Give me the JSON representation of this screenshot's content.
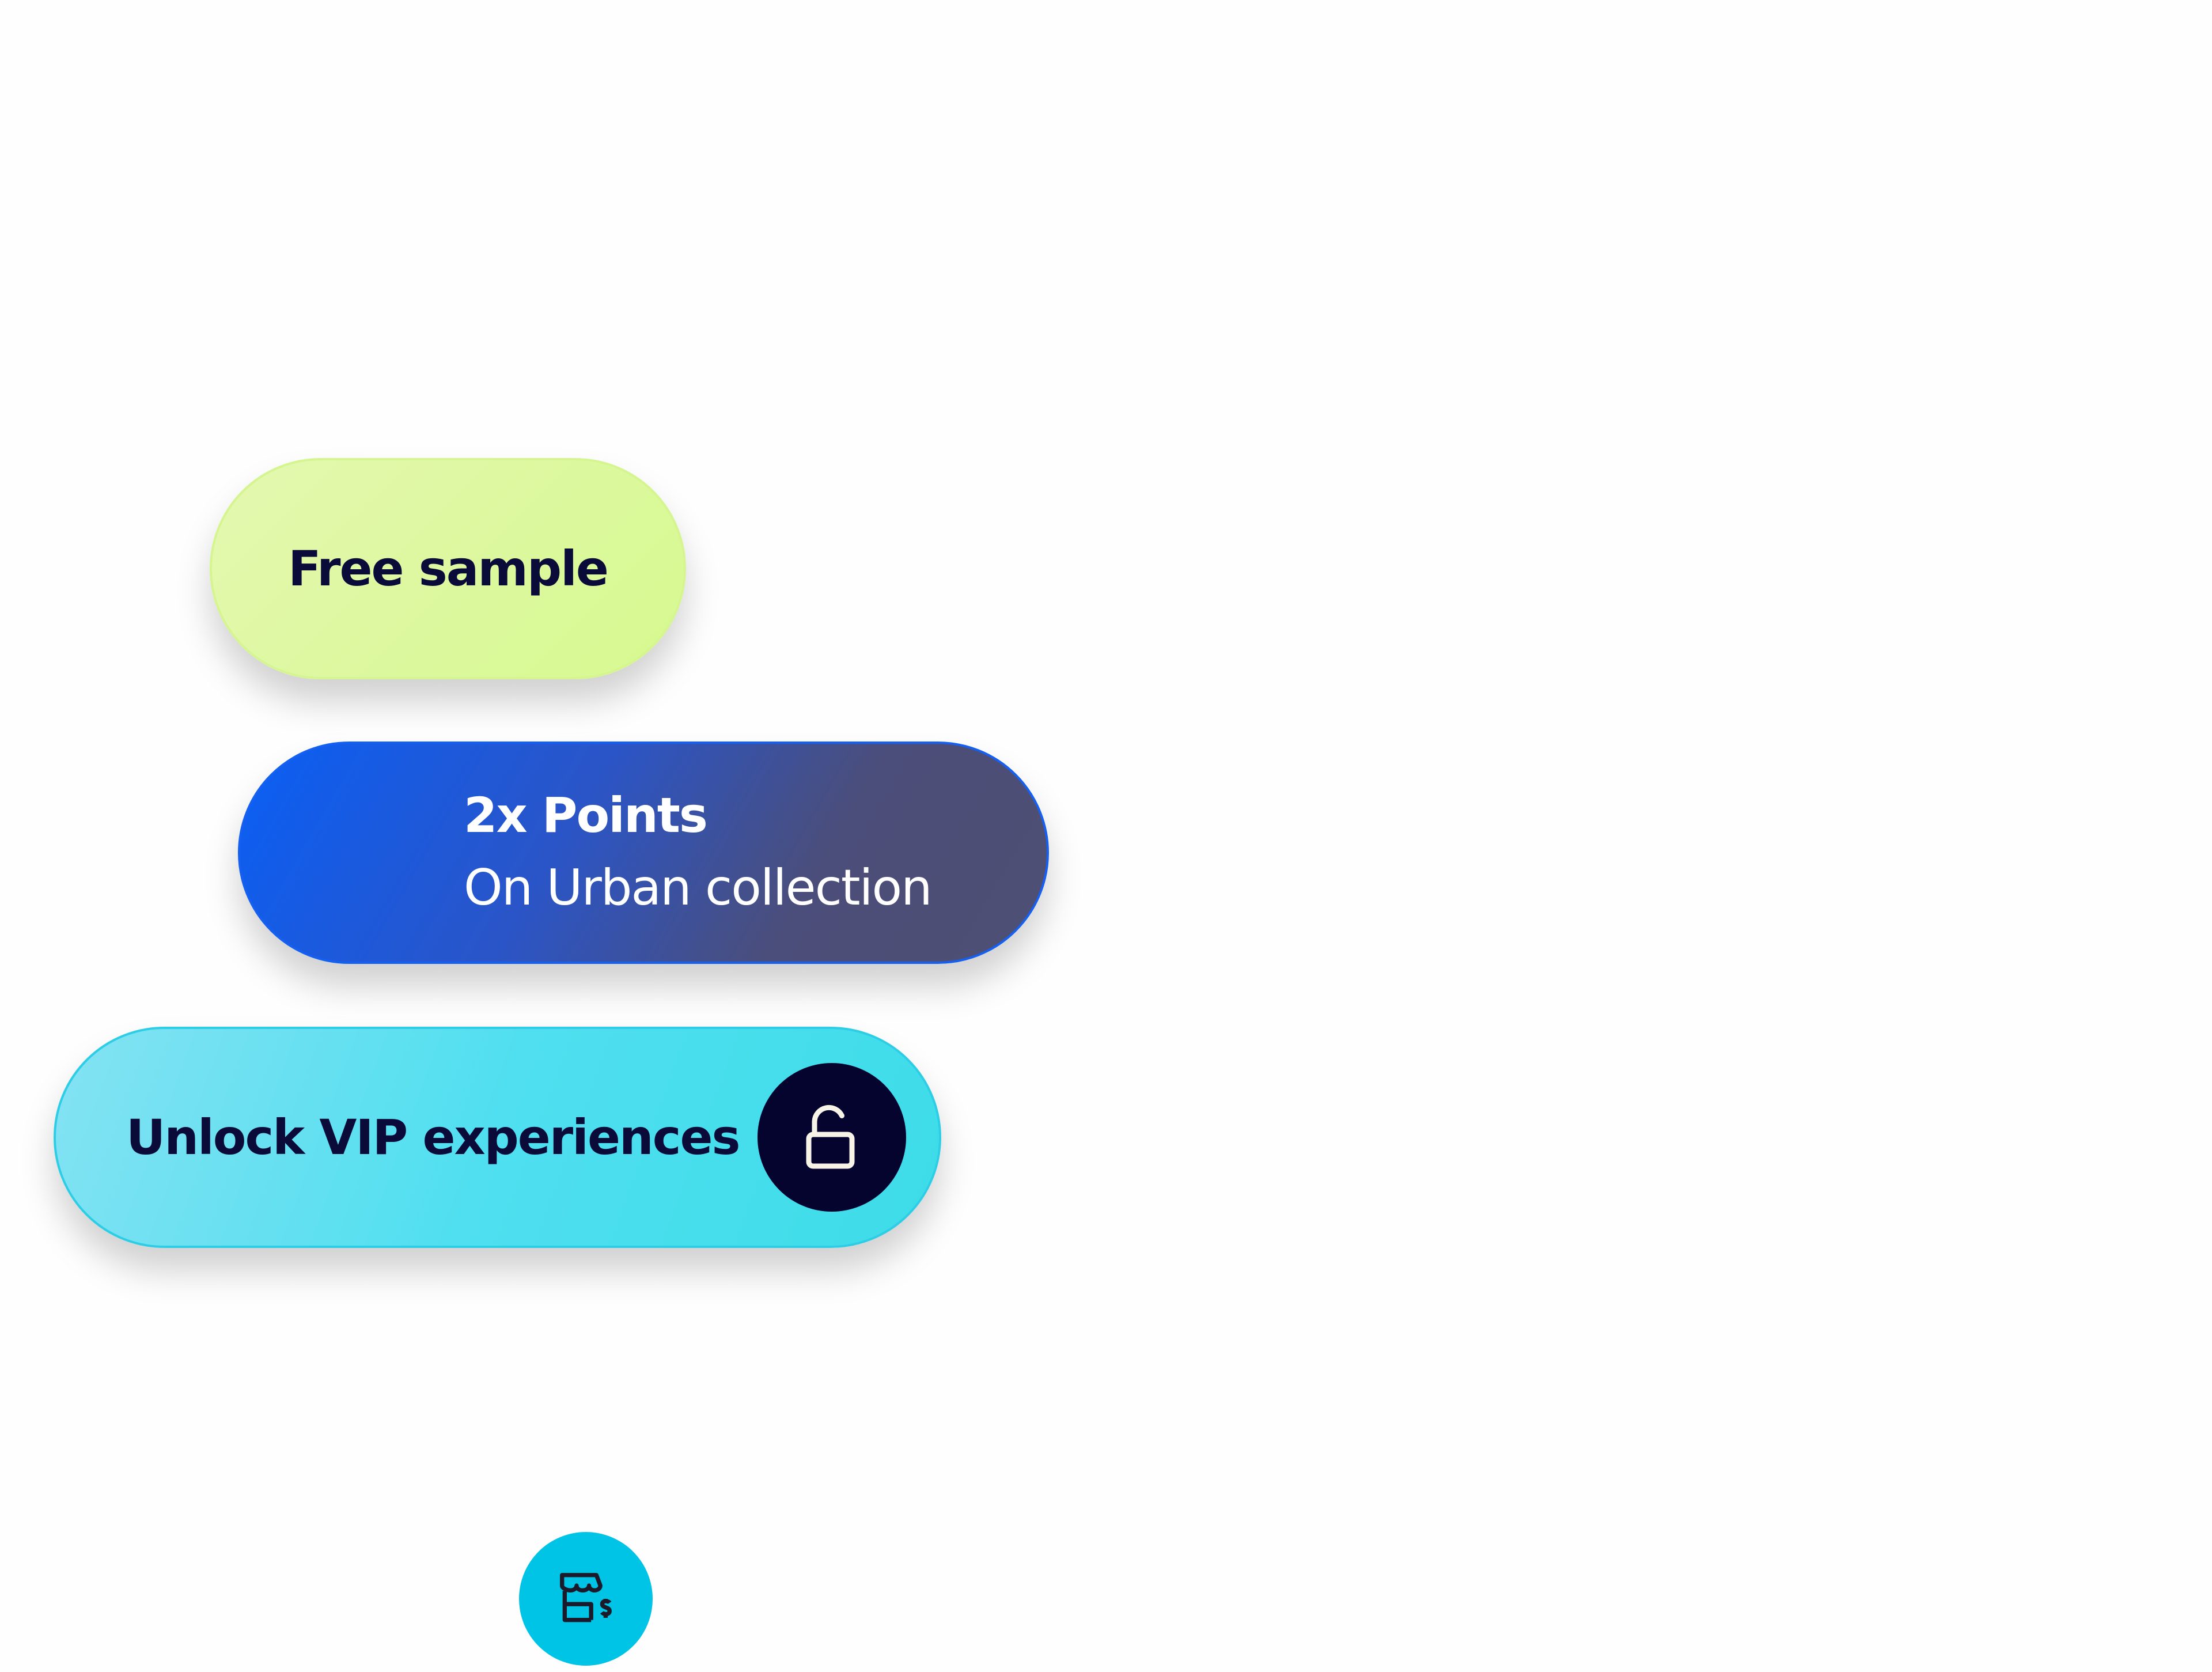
{
  "badges": {
    "free_sample": {
      "label": "Free sample"
    },
    "points": {
      "title": "2x Points",
      "subtitle": "On Urban collection",
      "icon": "store-dollar-icon"
    },
    "vip": {
      "label": "Unlock VIP experiences",
      "icon": "unlock-icon"
    }
  },
  "colors": {
    "navy": "#0b0b3a",
    "lime": "#d6f98f",
    "blue": "#0a5ff5",
    "cyan": "#00c4e6",
    "aqua": "#3ddce8"
  }
}
